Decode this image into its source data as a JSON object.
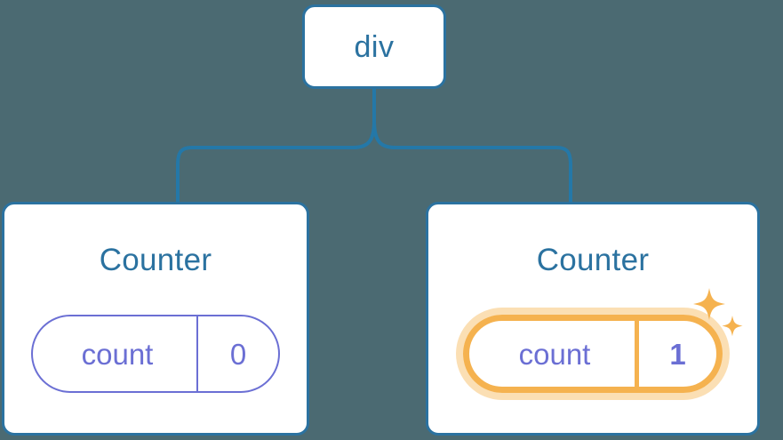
{
  "diagram": {
    "type": "component-tree",
    "background_color": "#4b6a72",
    "node_border_color": "#2b72a0",
    "node_text_color": "#2b72a0",
    "connector_color": "#2478a8",
    "state_color": "#6b6fd4",
    "highlight_color": "#f5b24f",
    "highlight_glow_color": "#fbdfb4",
    "root": {
      "label": "div"
    },
    "children": [
      {
        "title": "Counter",
        "state": {
          "key": "count",
          "value": "0"
        },
        "highlighted": "false"
      },
      {
        "title": "Counter",
        "state": {
          "key": "count",
          "value": "1"
        },
        "highlighted": "true",
        "sparkle_large": "sparkle-icon",
        "sparkle_small": "sparkle-icon"
      }
    ]
  }
}
